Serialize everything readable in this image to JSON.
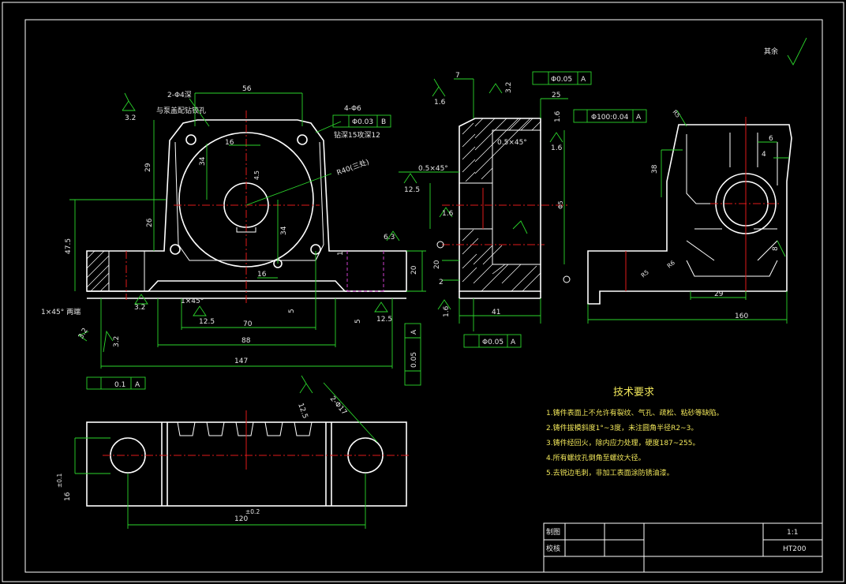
{
  "front_view": {
    "dim_56": "56",
    "hole_2_phi4": "2-Φ4深",
    "hole_2_phi4_note": "与泵盖配钻铰孔",
    "dim_16_top": "16",
    "dim_29": "29",
    "dim_34": "34",
    "dim_45": "4.5",
    "r40": "R40(三处)",
    "dim_26": "26",
    "dim_47_5": "47.5",
    "dim_34_b": "34",
    "dim_16_bottom": "16",
    "dim_5": "5",
    "dim_70": "70",
    "dim_88": "88",
    "dim_147": "147",
    "chamfer_1x45": "1×45°",
    "chamfer_both": "1×45° 两端",
    "dim_6_3": "6.3",
    "dim_20": "20",
    "dim_5_b": "5",
    "rough_3_2_a": "3.2",
    "rough_3_2_b": "3.2",
    "rough_3_2_c": "3.2",
    "rough_12_5_a": "12.5",
    "rough_12_5_b": "12.5",
    "rough_3_2_d": "3.2",
    "hole_4_phi6": "4-Φ6",
    "tol_phi003": "Φ0.03",
    "tol_datum_b": "B",
    "hole_4_phi6_note": "钻深15攻深12",
    "tol_flat_01": "0.1",
    "tol_datum_a": "A",
    "tol_par_005": "0.05",
    "tol_datum_a2": "A",
    "dim_1": "1"
  },
  "side_view": {
    "dim_7": "7",
    "tol_perp_005": "Φ0.05",
    "tol_datum": "A",
    "rough_1_6": "1.6",
    "rough_3_2": "3.2",
    "dim_25": "25",
    "tol_par_100": "Φ100:0.04",
    "tol_datum_b": "A",
    "rough_1_6_b": "1.6",
    "chamfer_05": "0.5×45°",
    "chamfer_05_b": "0.5×45°",
    "rough_1_6_c": "1.6",
    "rough_12_5": "12.5",
    "dim_phi": "Φ5",
    "rough_1_6_d": "1.6",
    "dim_2": "2",
    "dim_41": "41",
    "dim_20": "20",
    "rough_1_6_e": "1.6",
    "tol_perp_005_b": "Φ0.05",
    "tol_datum_c": "A"
  },
  "right_view": {
    "dim_38": "38",
    "dim_6": "6",
    "dim_4": "4",
    "dim_29": "29",
    "dim_160": "160",
    "dim_8": "8",
    "r_label": "R5",
    "r_label_b": "R6",
    "r_label_c": "R5"
  },
  "top_view": {
    "dim_2_phi17": "2-Φ17",
    "rough_12_5": "12.5",
    "dim_120": "120",
    "tol_120": "±0.2",
    "dim_16": "16",
    "tol_16": "±0.1"
  },
  "roughness_corner": {
    "label": "其余",
    "symbol": "√"
  },
  "technical_requirements": {
    "title": "技术要求",
    "items": [
      "1.铸件表面上不允许有裂纹、气孔、疏松、粘砂等缺陷。",
      "2.铸件拔模斜度1°~3度，未注圆角半径R2~3。",
      "3.铸件经回火，除内应力处理，硬度187~255。",
      "4.所有螺纹孔倒角至螺纹大径。",
      "5.去锐边毛刺，非加工表面涂防锈油漆。"
    ]
  },
  "title_block": {
    "drawn_label": "制图",
    "checked_label": "校核",
    "scale": "1:1",
    "material": "HT200"
  }
}
